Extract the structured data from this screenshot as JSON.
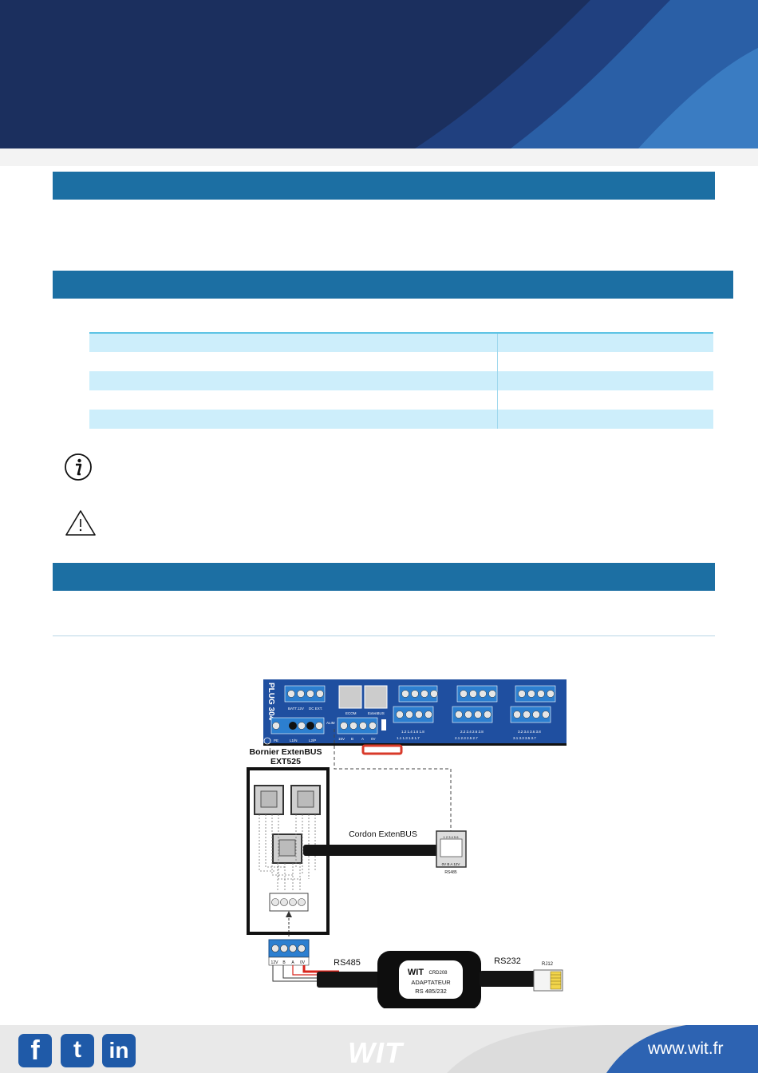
{
  "diagram": {
    "plug_label": "PLUG 304",
    "plug_sub_labels": [
      "BATT.12V",
      "DC EXT.",
      "ECOM",
      "ExtenBUS",
      "ALIM",
      "PE",
      "L1/N",
      "L2/P",
      "15V",
      "B",
      "A",
      "0V"
    ],
    "plug_input_labels": [
      "1.2  1.4  1.6  1.8",
      "1.1  1.3  1.5  1.7",
      "2.2  2.4  2.6  2.8",
      "2.1  2.3  2.5  2.7",
      "3.2  3.4  3.6  3.8",
      "3.1  3.3  3.5  3.7"
    ],
    "bornier_title_1": "Bornier ExtenBUS",
    "bornier_title_2": "EXT525",
    "cordon_label": "Cordon ExtenBUS",
    "rj_pin_top": "1 2 3 4 5 6",
    "rj_pin_bottom": "0V  B  A  12V",
    "rs485_small": "RS485",
    "terminal_labels": [
      "12V",
      "B",
      "A",
      "0V"
    ],
    "rs485_label": "RS485",
    "rs232_label": "RS232",
    "adapter_brand": "WIT",
    "adapter_model": "CRD208",
    "adapter_line1": "ADAPTATEUR",
    "adapter_line2": "RS 485/232",
    "rj12_label": "RJ12"
  },
  "footer": {
    "logo": "WIT",
    "website": "www.wit.fr",
    "social": [
      {
        "icon": "facebook-icon",
        "glyph": "f"
      },
      {
        "icon": "twitter-icon",
        "glyph": "t"
      },
      {
        "icon": "linkedin-icon",
        "glyph": "in"
      }
    ]
  },
  "colors": {
    "section_bar": "#1c6fa3",
    "table_shade": "#cdeefb",
    "header_dark": "#1b2f5e",
    "plug_blue": "#1f4fa0"
  }
}
